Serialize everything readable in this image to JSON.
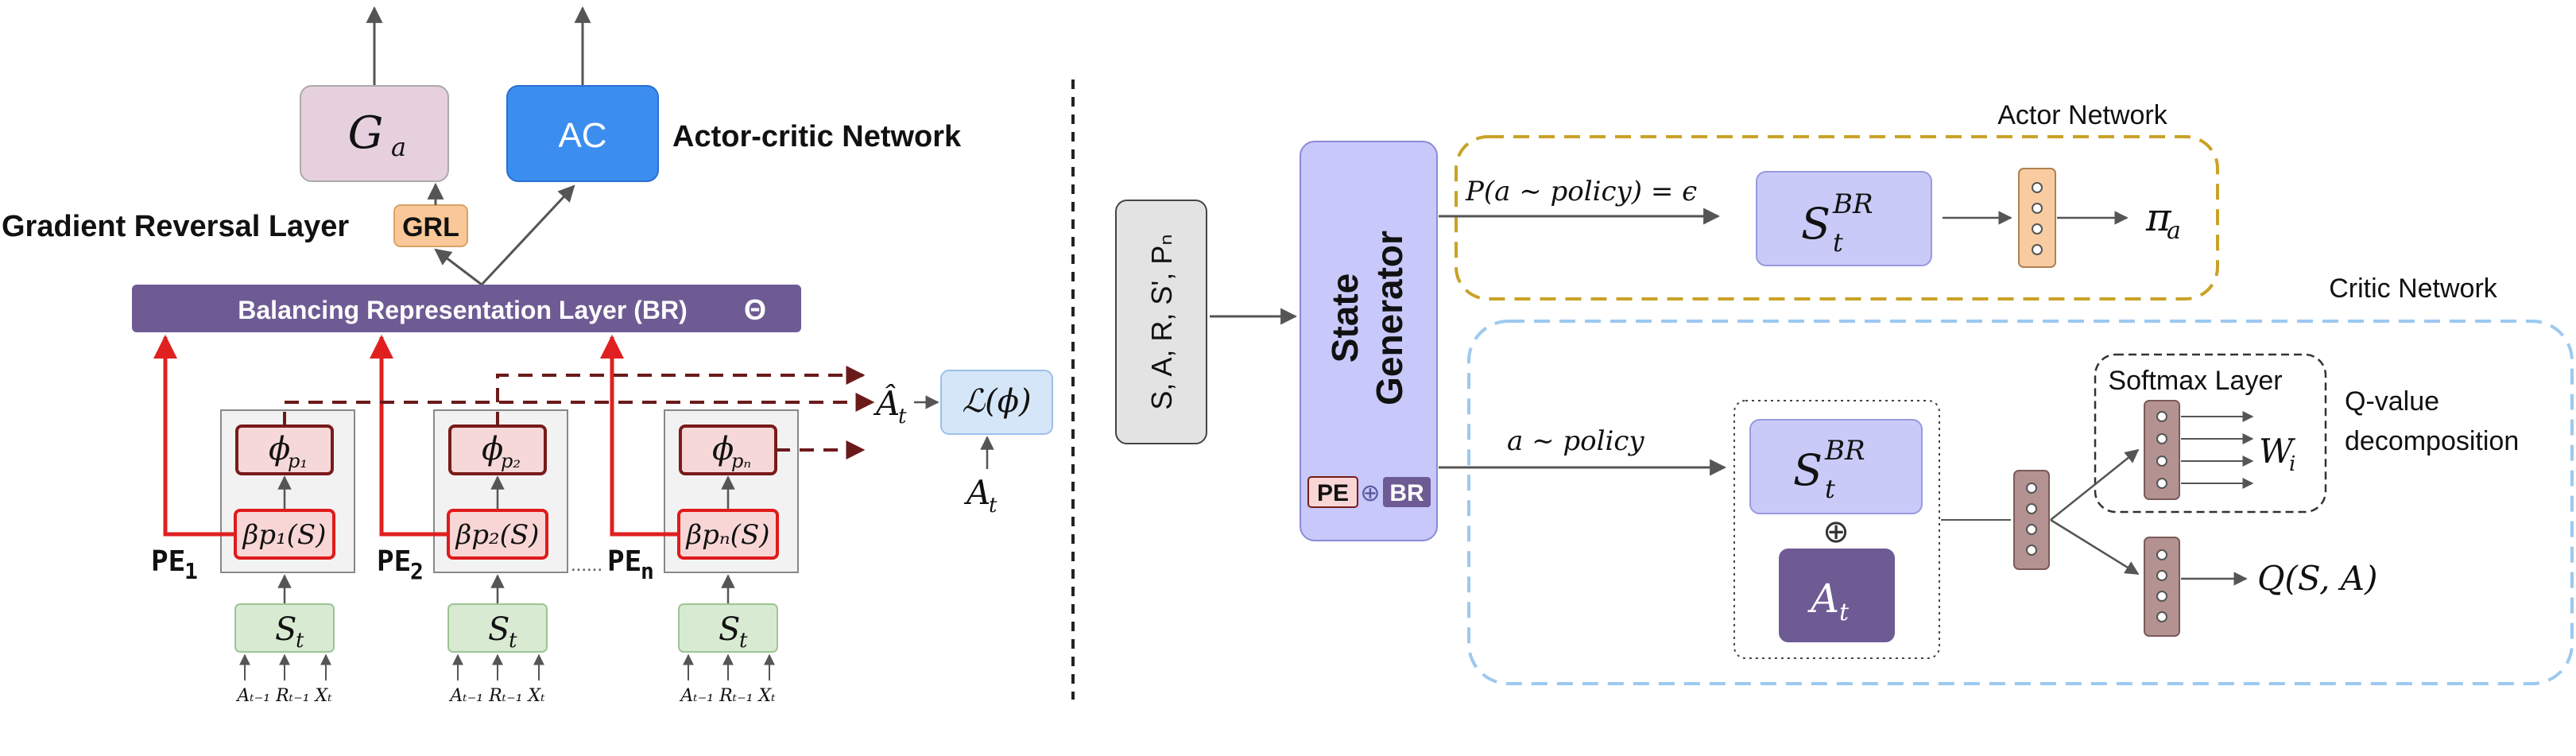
{
  "left": {
    "ga_label": "G",
    "ga_sub": "a",
    "ac_label": "AC",
    "actor_critic_title": "Actor-critic Network",
    "grl_title": "Gradient Reversal Layer",
    "grl_badge": "GRL",
    "br_layer_label": "Balancing Representation Layer (BR)",
    "theta": "Θ",
    "phi_1": "ϕ",
    "phi_1_sub": "p₁",
    "phi_2": "ϕ",
    "phi_2_sub": "p₂",
    "phi_n": "ϕ",
    "phi_n_sub": "pₙ",
    "beta_1": "βp₁(S)",
    "beta_2": "βp₂(S)",
    "beta_n": "βpₙ(S)",
    "pe_1": "PE",
    "pe_1_sub": "1",
    "pe_2": "PE",
    "pe_2_sub": "2",
    "pe_n": "PE",
    "pe_n_sub": "n",
    "dots": "......",
    "st_1": "S",
    "st_2": "S",
    "st_n": "S",
    "st_sub": "t",
    "inputs_1": "Aₜ₋₁ Rₜ₋₁ Xₜ",
    "inputs_2": "Aₜ₋₁ Rₜ₋₁ Xₜ",
    "inputs_n": "Aₜ₋₁ Rₜ₋₁ Xₜ",
    "a_hat": "Â",
    "a_hat_sub": "t",
    "loss": "ℒ(ϕ)",
    "a_true": "A",
    "a_true_sub": "t"
  },
  "right": {
    "inputs_box": "S, A, R, S', Pₙ",
    "state_generator_line1": "State",
    "state_generator_line2": "Generator",
    "pe_badge": "PE",
    "oplus": "⊕",
    "br_badge": "BR",
    "actor_title": "Actor Network",
    "critic_title": "Critic Network",
    "policy_eps": "P(a ∼ policy) = ϵ",
    "actor_sbr": "S",
    "actor_sbr_sup": "BR",
    "actor_sbr_sub": "t",
    "pi": "π",
    "pi_sub": "a",
    "a_policy": "a ∼ policy",
    "critic_sbr": "S",
    "critic_sbr_sup": "BR",
    "critic_sbr_sub": "t",
    "critic_oplus": "⊕",
    "critic_at": "A",
    "critic_at_sub": "t",
    "softmax_title": "Softmax Layer",
    "qvalue_line1": "Q-value",
    "qvalue_line2": "decomposition",
    "wi": "W",
    "wi_sub": "i",
    "qsa": "Q(S, A)"
  },
  "colors": {
    "ga_fill": "#e6d0de",
    "ac_fill": "#3b8ef0",
    "grl_fill": "#fac898",
    "br_fill": "#6e5b94",
    "pe_box_fill": "#f2f2f2",
    "phi_fill": "#f6d8d8",
    "phi_stroke": "#7a1a1a",
    "beta_fill": "#f8d6d6",
    "beta_stroke": "#e01a1a",
    "st_fill": "#d9ead3",
    "loss_fill": "#d5e6f8",
    "red_arrow": "#e02020",
    "dashed_dark_red": "#6b1a1a",
    "state_gen_fill": "#c8c8fa",
    "inputs_fill": "#e3e3e3",
    "actor_dash": "#c9a227",
    "critic_dash": "#9cc9f0",
    "sbr_fill": "#cacaf8",
    "at_fill": "#6e5b94",
    "orange_vec": "#f8ccA0",
    "brown_vec": "#b49292"
  }
}
